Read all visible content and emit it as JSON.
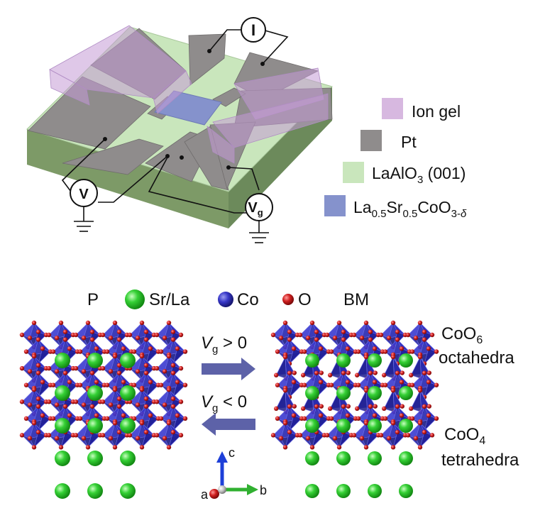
{
  "legend": {
    "ion_gel": "Ion gel",
    "pt": "Pt",
    "lao": {
      "base": "LaAlO",
      "sub": "3",
      "rest": " (001)"
    },
    "lsco": {
      "p1": "La",
      "s1": "0.5",
      "p2": "Sr",
      "s2": "0.5",
      "p3": "CoO",
      "s3": "3-",
      "s3i": "δ"
    }
  },
  "device": {
    "current_meter": "I",
    "voltmeter": "V",
    "gate_meter": {
      "main": "V",
      "sub": "g"
    }
  },
  "structure": {
    "phase_p": "P",
    "phase_bm": "BM",
    "species": [
      "Sr/La",
      "Co",
      "O"
    ],
    "octa_label": {
      "main": "CoO",
      "sub": "6",
      "line2": "octahedra"
    },
    "tetra_label": {
      "main": "CoO",
      "sub": "4",
      "line2": "tetrahedra"
    },
    "forward": {
      "v": "V",
      "sub": "g",
      "rest": " > 0"
    },
    "reverse": {
      "v": "V",
      "sub": "g",
      "rest": " < 0"
    },
    "axes": {
      "c": "c",
      "a": "a",
      "b": "b"
    }
  },
  "colors": {
    "ion_gel": "#d7b8e0",
    "pt": "#8f8c8c",
    "lao": "#c9e6bc",
    "lsco": "#8592cc",
    "substrate_side": "#7f9c6a",
    "octahedron": "#2c2cb8",
    "srla": "#33cc33",
    "oxygen": "#cc1f1f",
    "arrow": "#5d62a8"
  }
}
